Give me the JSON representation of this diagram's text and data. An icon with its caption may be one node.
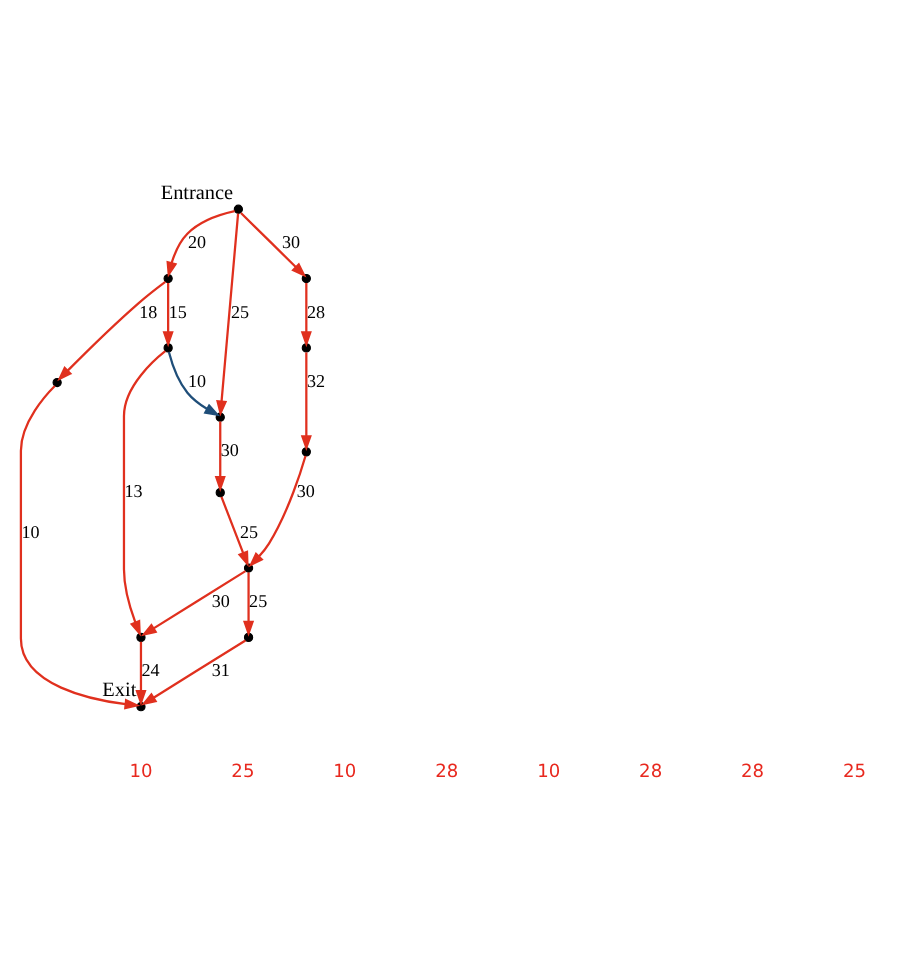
{
  "diagram": {
    "nodes": [
      {
        "text": [],
        "shape": "circle",
        "beside": [
          "Entrance"
        ]
      },
      {
        "text": [],
        "shape": "circle"
      },
      {
        "text": [],
        "shape": "circle"
      },
      {
        "text": [],
        "shape": "circle"
      },
      {
        "text": [],
        "shape": "circle"
      },
      {
        "text": [],
        "shape": "circle"
      },
      {
        "text": [],
        "shape": "circle"
      },
      {
        "text": [],
        "shape": "circle"
      },
      {
        "text": [],
        "shape": "circle"
      },
      {
        "text": [],
        "shape": "circle"
      },
      {
        "text": [],
        "shape": "circle"
      },
      {
        "text": [],
        "shape": "circle"
      },
      {
        "text": [],
        "shape": "circle",
        "beside": [
          "Exit"
        ]
      }
    ],
    "edges": [
      {
        "from": 0,
        "to": 4,
        "arrow": "to",
        "label": "20"
      },
      {
        "from": 0,
        "to": 5,
        "arrow": "to",
        "label": "25"
      },
      {
        "from": 0,
        "to": 1,
        "arrow": "to",
        "label": "30"
      },
      {
        "from": 1,
        "to": 2,
        "arrow": "to",
        "label": "28"
      },
      {
        "from": 2,
        "to": 3,
        "arrow": "to",
        "label": "32"
      },
      {
        "from": 4,
        "to": 6,
        "arrow": "to",
        "label": "15"
      },
      {
        "from": 4,
        "to": 8,
        "arrow": "to",
        "label": "18"
      },
      {
        "from": 6,
        "to": 5,
        "arrow": "to",
        "label": "10",
        "color": "#1f4e79"
      },
      {
        "from": 5,
        "to": 7,
        "arrow": "to",
        "label": "30"
      },
      {
        "from": 7,
        "to": 10,
        "arrow": "to",
        "label": "25"
      },
      {
        "from": 6,
        "to": 9,
        "arrow": "to",
        "label": "13"
      },
      {
        "from": 3,
        "to": 10,
        "arrow": "to",
        "label": "30"
      },
      {
        "from": 10,
        "to": 9,
        "arrow": "to",
        "label": "30"
      },
      {
        "from": 9,
        "to": 12,
        "arrow": "to",
        "label": "24"
      },
      {
        "from": 8,
        "to": 12,
        "arrow": "to",
        "label": "10"
      },
      {
        "from": 10,
        "to": 11,
        "arrow": "to",
        "label": "25"
      },
      {
        "from": 11,
        "to": 12,
        "arrow": "to",
        "label": "31"
      }
    ],
    "labels": [
      "10",
      "25",
      "10",
      "28",
      "10",
      "28",
      "28",
      "25"
    ]
  }
}
